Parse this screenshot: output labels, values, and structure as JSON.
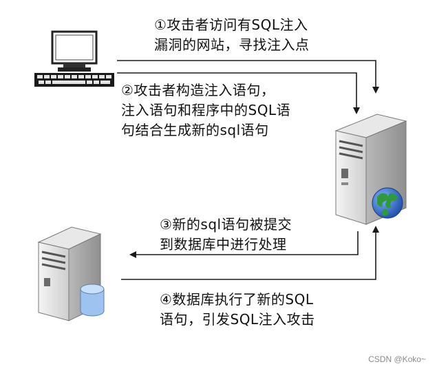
{
  "steps": [
    {
      "line1": "①攻击者访问有SQL注入",
      "line2": "漏洞的网站，寻找注入点"
    },
    {
      "line1": "②攻击者构造注入语句，",
      "line2": "注入语句和程序中的SQL语",
      "line3": "句结合生成新的sql语句"
    },
    {
      "line1": "③新的sql语句被提交",
      "line2": "到数据库中进行处理"
    },
    {
      "line1": "④数据库执行了新的SQL",
      "line2": "语句，引发SQL注入攻击"
    }
  ],
  "watermark": "CSDN @Koko~",
  "colors": {
    "arrow": "#1a1a1a",
    "globe_blue": "#2f64c8",
    "globe_green": "#2f9a3a",
    "db_blue": "#9dc4f0"
  }
}
